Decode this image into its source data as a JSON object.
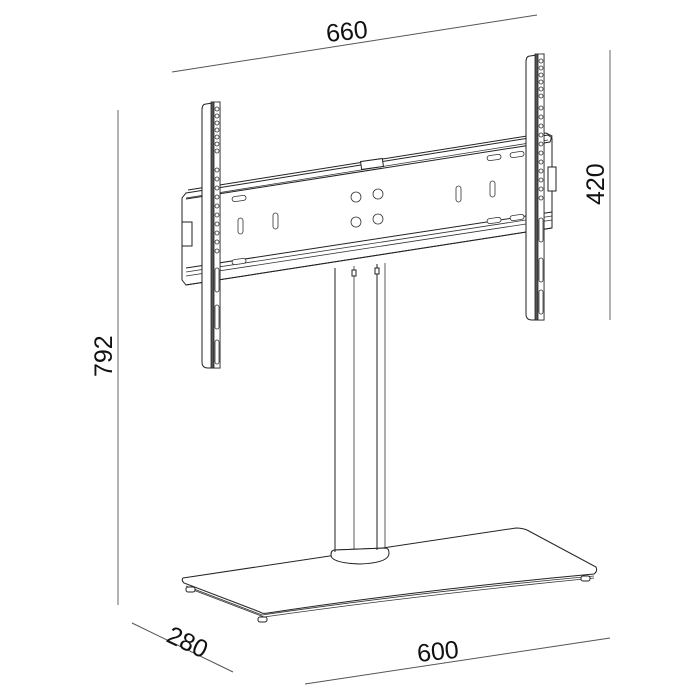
{
  "drawing": {
    "subject": "TV stand with VESA mount bracket",
    "colors": {
      "line": "#222222",
      "dimension_line": "#9a9a9a",
      "background": "#ffffff"
    }
  },
  "dimensions": {
    "width_top": {
      "value": "660"
    },
    "bracket_height": {
      "value": "420"
    },
    "total_height": {
      "value": "792"
    },
    "base_depth": {
      "value": "280"
    },
    "base_width": {
      "value": "600"
    }
  }
}
